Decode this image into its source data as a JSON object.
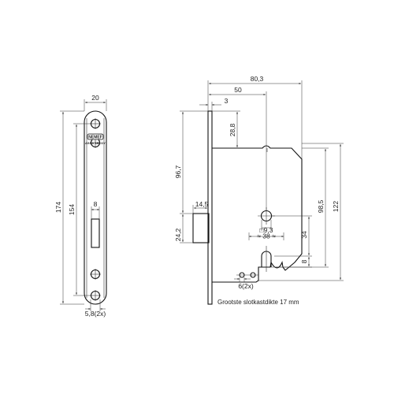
{
  "colors": {
    "line": "#111111",
    "dim": "#333333",
    "background": "#ffffff"
  },
  "faceplate": {
    "logo": "NEMEF",
    "brand": "ASSA ABLOY",
    "dims": {
      "width": "20",
      "height_total": "174",
      "height_screws": "154",
      "bolt_width": "8",
      "screw_hole": "5,8(2x)"
    }
  },
  "lockcase": {
    "dims": {
      "overall_width": "80,3",
      "backset": "50",
      "plate_thickness": "3",
      "top_offset": "28,8",
      "bolt_height": "96,7",
      "bolt_projection": "14,5",
      "bolt_throw": "24,2",
      "handle_to_cylinder": "98,5",
      "case_height": "122",
      "spindle": "9,3",
      "center_distance": "38",
      "cylinder_height": "34",
      "cylinder_bottom": "8",
      "fixing_holes": "6(2x)"
    },
    "note": "Grootste slotkastdikte 17 mm"
  }
}
